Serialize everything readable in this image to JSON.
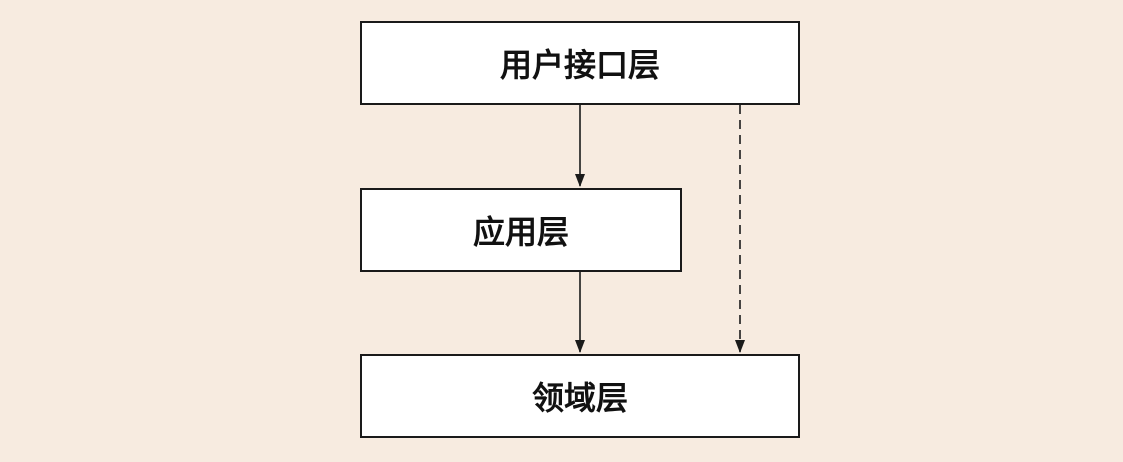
{
  "diagram": {
    "layers": {
      "ui": "用户接口层",
      "application": "应用层",
      "domain": "领域层"
    },
    "arrows": [
      {
        "from": "ui",
        "to": "application",
        "style": "solid"
      },
      {
        "from": "application",
        "to": "domain",
        "style": "solid"
      },
      {
        "from": "ui",
        "to": "domain",
        "style": "dashed"
      }
    ],
    "colors": {
      "background": "#f7ebe0",
      "box_fill": "#ffffff",
      "stroke": "#1a1a1a"
    }
  }
}
